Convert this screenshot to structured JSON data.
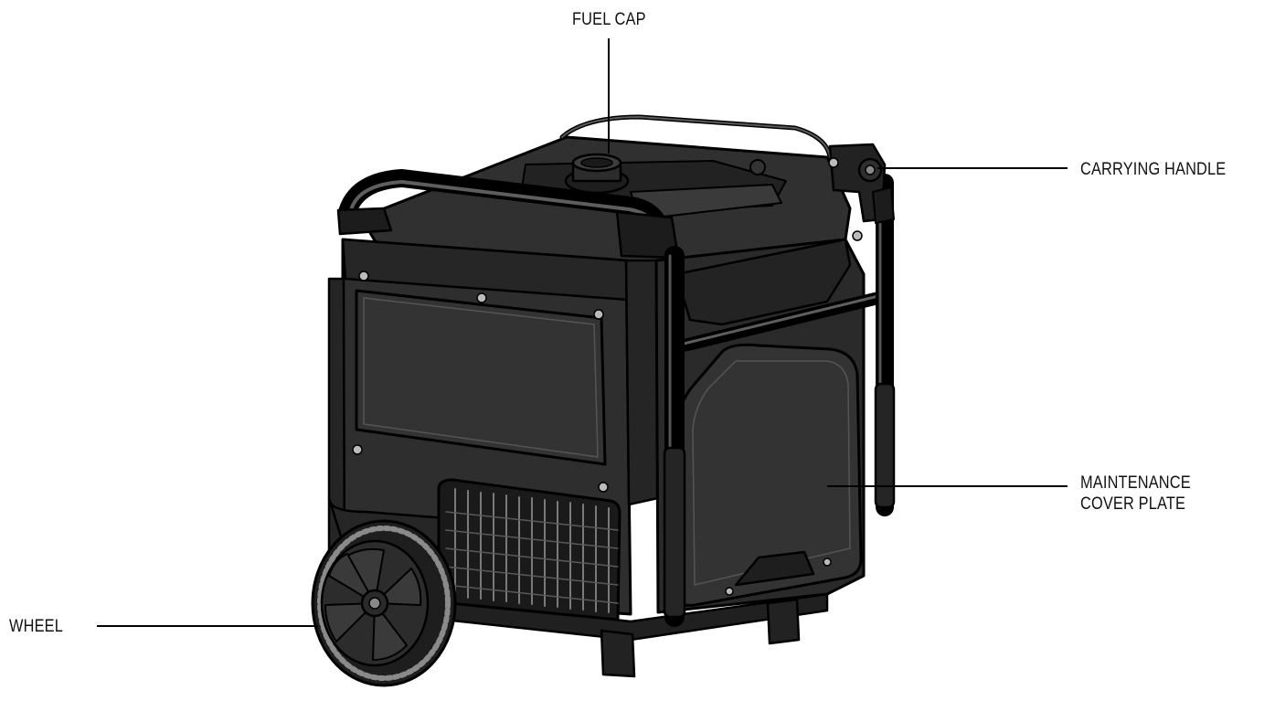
{
  "labels": {
    "fuel_cap": "FUEL CAP",
    "carrying_handle": "CARRYING HANDLE",
    "maintenance_cover_plate": "MAINTENANCE\nCOVER PLATE",
    "wheel": "WHEEL"
  },
  "colors": {
    "outline": "#000000",
    "body_fill": "#2a2a2a",
    "panel_fill": "#323232",
    "highlight": "#6a6a6a",
    "background": "#ffffff"
  }
}
